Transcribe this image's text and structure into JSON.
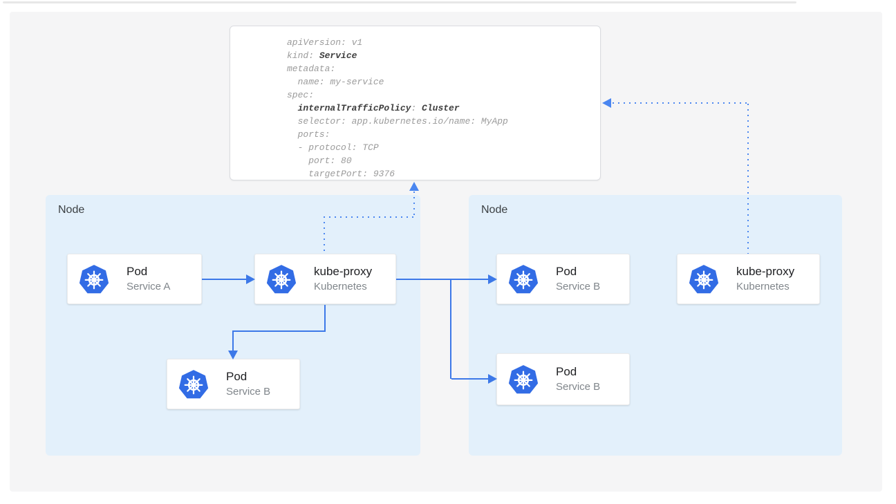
{
  "service_yaml": {
    "lines": [
      {
        "t1": "apiVersion: v1"
      },
      {
        "t1": "kind: ",
        "b1": "Service"
      },
      {
        "t1": "metadata:"
      },
      {
        "t1": "  name: my-service"
      },
      {
        "t1": "spec:"
      },
      {
        "t1": "  ",
        "b1": "internalTrafficPolicy",
        "t2": ": ",
        "b2": "Cluster"
      },
      {
        "t1": "  selector: app.kubernetes.io/name: MyApp"
      },
      {
        "t1": "  ports:"
      },
      {
        "t1": "  - protocol: TCP"
      },
      {
        "t1": "    port: 80"
      },
      {
        "t1": "    targetPort: 9376"
      }
    ]
  },
  "nodes": {
    "left": {
      "label": "Node"
    },
    "right": {
      "label": "Node"
    }
  },
  "cards": {
    "pod_service_a": {
      "title": "Pod",
      "subtitle": "Service A"
    },
    "kube_proxy_left": {
      "title": "kube-proxy",
      "subtitle": "Kubernetes"
    },
    "pod_service_b_left": {
      "title": "Pod",
      "subtitle": "Service B"
    },
    "pod_service_b_right_top": {
      "title": "Pod",
      "subtitle": "Service B"
    },
    "kube_proxy_right": {
      "title": "kube-proxy",
      "subtitle": "Kubernetes"
    },
    "pod_service_b_right_bottom": {
      "title": "Pod",
      "subtitle": "Service B"
    }
  },
  "icons": {
    "card_icon": "kubernetes-helm-icon"
  },
  "colors": {
    "kubernetes_blue": "#326ce5",
    "solid_arrow_blue": "#3c78e8",
    "dotted_arrow_blue": "#4a86f0",
    "node_background": "#e3f0fb",
    "panel_background": "#f5f5f6",
    "code_text": "#9b9b9b",
    "code_bold_text": "#3e3e3e"
  }
}
